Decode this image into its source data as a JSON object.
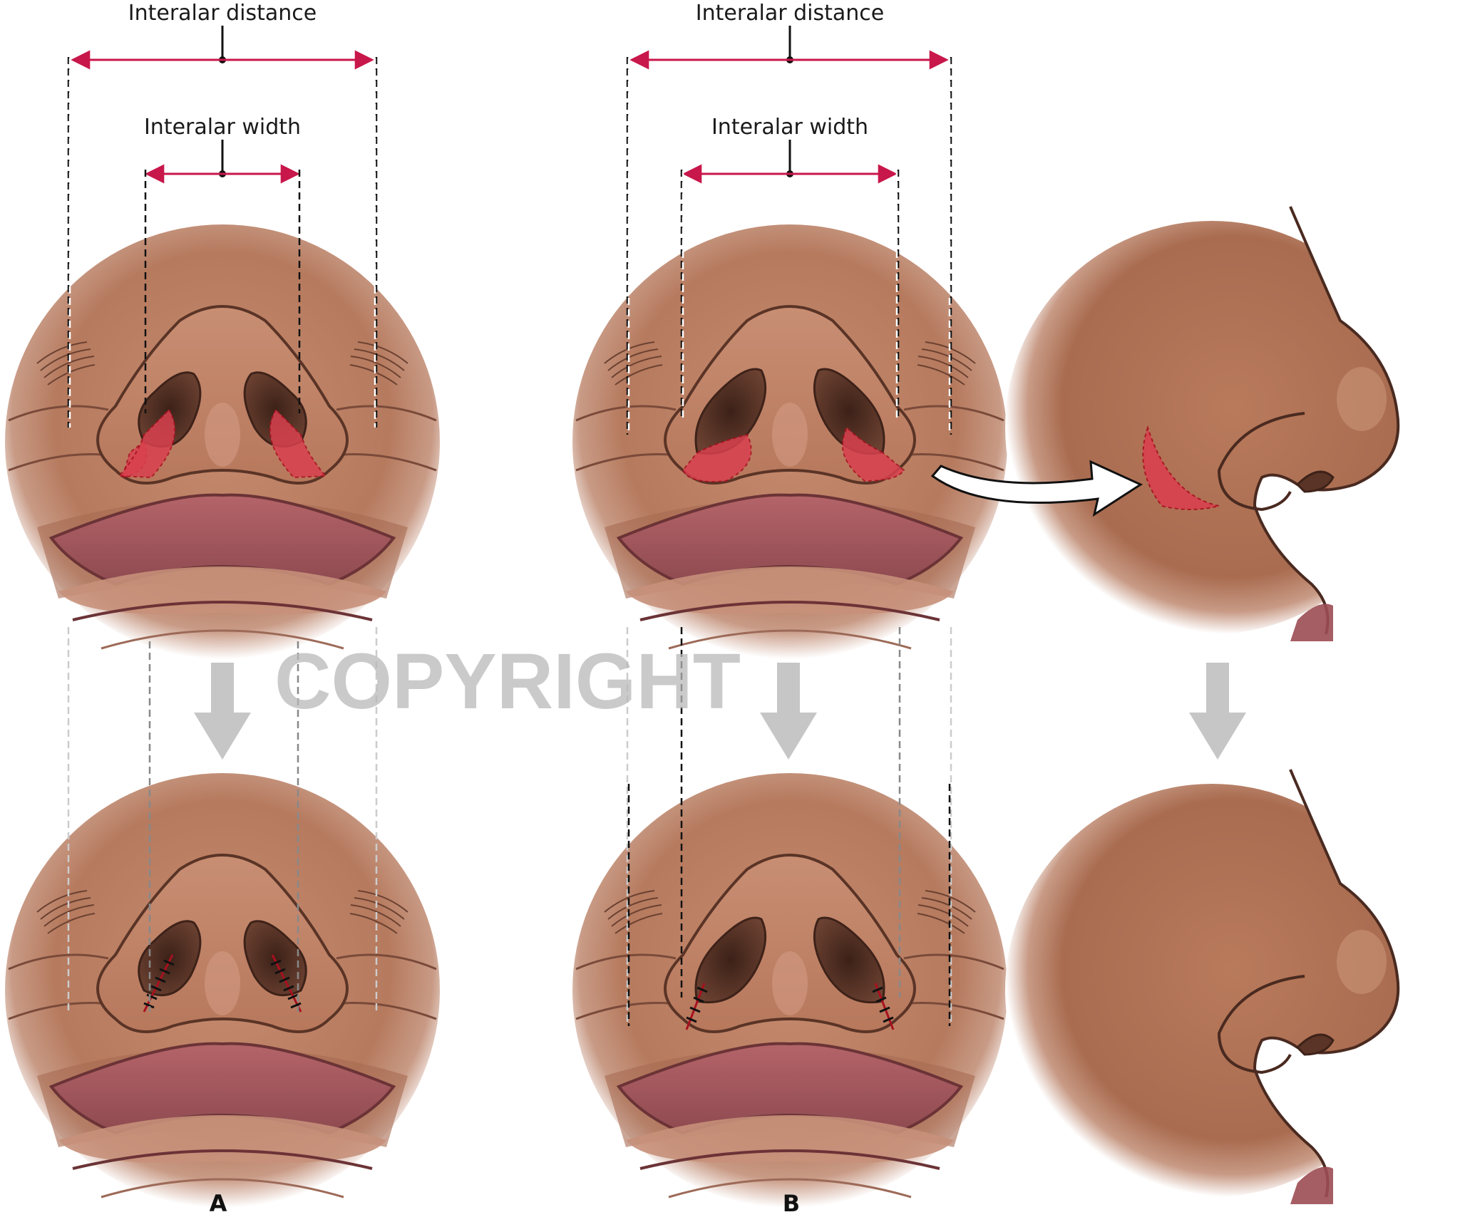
{
  "labels": {
    "interalar_distance": "Interalar distance",
    "interalar_width": "Interalar width"
  },
  "panels": {
    "a": "A",
    "b": "B"
  },
  "watermark": "COPYRIGHT",
  "colors": {
    "measure_line": "#c8174b",
    "excision": "#d9414f",
    "skin": "#b97a60",
    "nostril": "#5a3426",
    "lip": "#a25a5c",
    "arrow": "#c6c6c6"
  },
  "icons": {
    "down_arrow": "down-arrow-icon",
    "transfer_arrow": "curved-arrow-icon"
  }
}
